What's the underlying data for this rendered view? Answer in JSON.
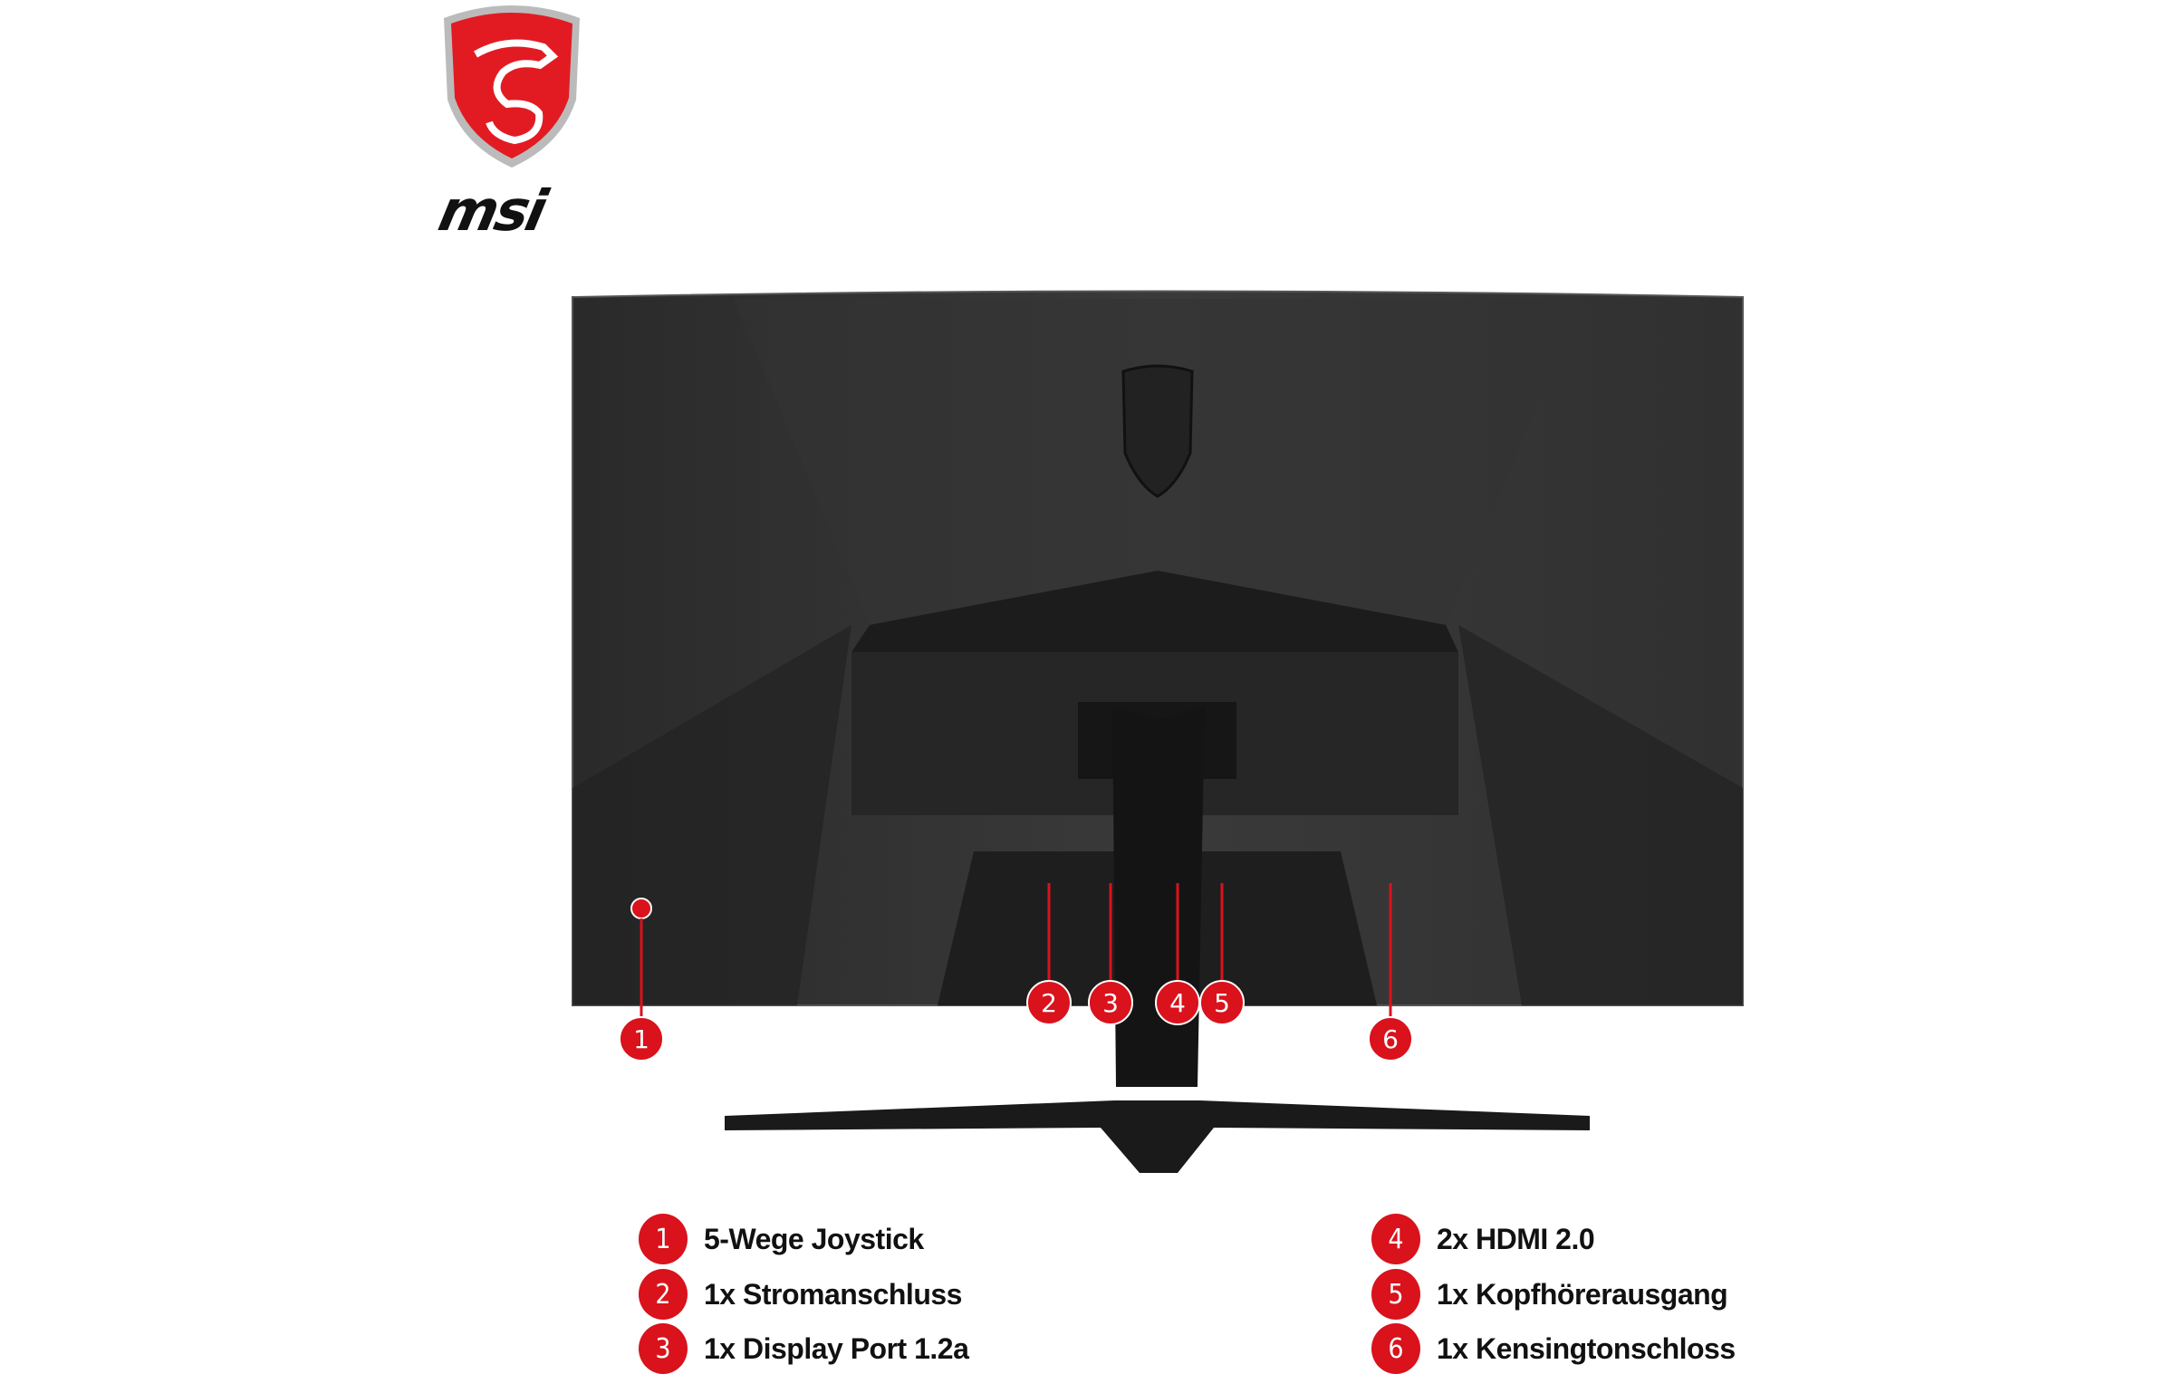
{
  "brand": {
    "logo_text": "msi",
    "accent": "#d9121c"
  },
  "markers": [
    "1",
    "2",
    "3",
    "4",
    "5",
    "6"
  ],
  "legend": [
    {
      "num": "1",
      "label": "5-Wege Joystick"
    },
    {
      "num": "2",
      "label": "1x Stromanschluss"
    },
    {
      "num": "3",
      "label": "1x Display Port 1.2a"
    },
    {
      "num": "4",
      "label": "2x HDMI 2.0"
    },
    {
      "num": "5",
      "label": "1x Kopfhörerausgang"
    },
    {
      "num": "6",
      "label": "1x  Kensingtonschloss"
    }
  ]
}
